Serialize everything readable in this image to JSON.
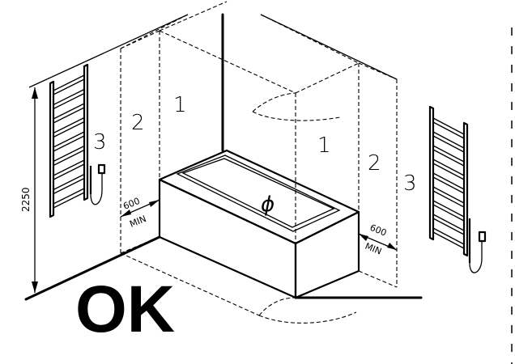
{
  "zones": {
    "zero": "ϕ",
    "one": "1",
    "two": "2",
    "three": "3"
  },
  "dimensions": {
    "height": "2250",
    "clearance_value": "600",
    "clearance_unit": "MIN"
  },
  "verdict": "OK"
}
